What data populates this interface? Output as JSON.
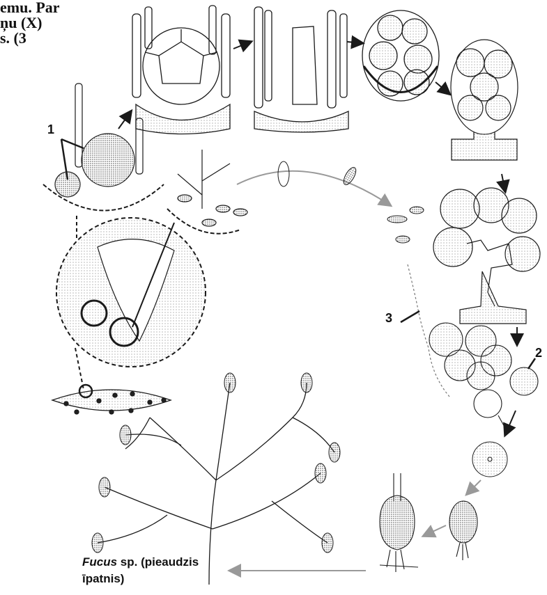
{
  "header_fragments": [
    "emu. Par",
    "ņu (X)",
    "s. (3"
  ],
  "labels": {
    "label_1": "1",
    "label_2": "2",
    "label_3": "3"
  },
  "caption": {
    "genus": "Fucus",
    "rest_line1": " sp. (pieaudzis",
    "line2": "īpatnis)"
  },
  "colors": {
    "ink": "#1a1a1a",
    "stipple": "#8a8a8a",
    "paper": "#ffffff"
  }
}
